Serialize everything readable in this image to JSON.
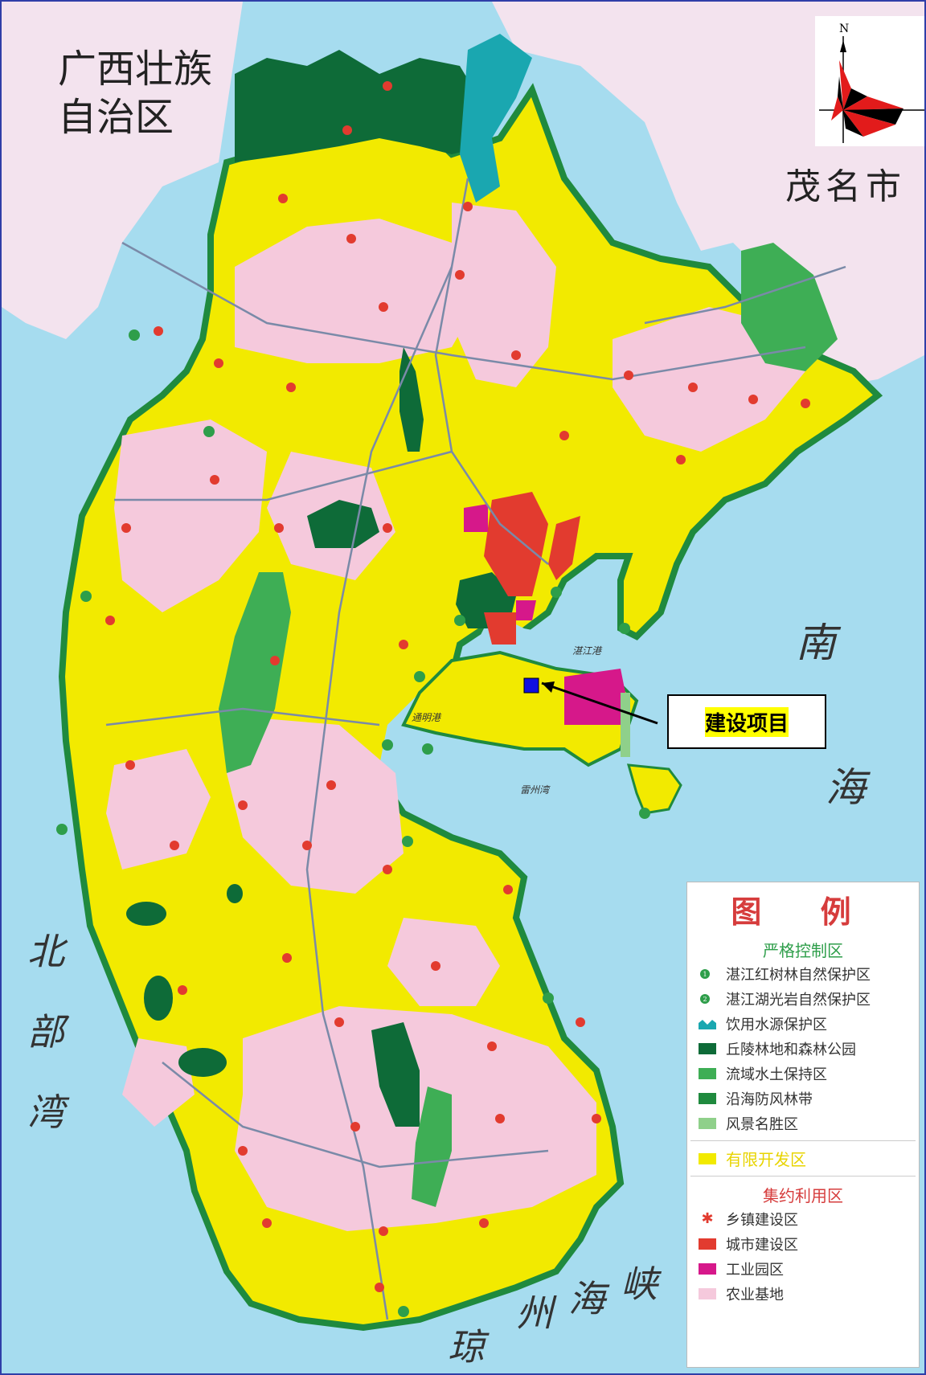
{
  "map": {
    "regions": {
      "guangxi": "广西壮族\n自治区",
      "maoming": "茂名市"
    },
    "seas": {
      "south_sea": [
        "南",
        "海"
      ],
      "beibu_gulf": [
        "北",
        "部",
        "湾"
      ],
      "qiongzhou_strait": [
        "琼",
        "州",
        "海",
        "峡"
      ]
    },
    "bay_labels": [
      "湛江港",
      "通明港",
      "雷州湾"
    ],
    "compass_label": "N"
  },
  "callout": {
    "label": "建设项目",
    "marker_color": "#1010e0"
  },
  "legend": {
    "title": "图  例",
    "sections": [
      {
        "title": "严格控制区",
        "title_color": "#2e9e4a",
        "items": [
          {
            "label": "湛江红树林自然保护区",
            "swatch": "circle-1",
            "color": "#2e9e4a"
          },
          {
            "label": "湛江湖光岩自然保护区",
            "swatch": "circle-2",
            "color": "#2e9e4a"
          },
          {
            "label": "饮用水源保护区",
            "swatch": "water",
            "color": "#1aa7b0"
          },
          {
            "label": "丘陵林地和森林公园",
            "swatch": "rect",
            "color": "#0e6b38"
          },
          {
            "label": "流域水土保持区",
            "swatch": "rect",
            "color": "#3eae55"
          },
          {
            "label": "沿海防风林带",
            "swatch": "rect",
            "color": "#1f8a3e"
          },
          {
            "label": "风景名胜区",
            "swatch": "rect",
            "color": "#8fd08a"
          }
        ]
      },
      {
        "title": "有限开发区",
        "title_color": "#e8d400",
        "items": []
      },
      {
        "title": "集约利用区",
        "title_color": "#d63c3c",
        "items": [
          {
            "label": "乡镇建设区",
            "swatch": "star",
            "color": "#e23b2f"
          },
          {
            "label": "城市建设区",
            "swatch": "rect",
            "color": "#e23b2f"
          },
          {
            "label": "工业园区",
            "swatch": "rect",
            "color": "#d6188a"
          },
          {
            "label": "农业基地",
            "swatch": "rect",
            "color": "#f5c9dc"
          }
        ]
      }
    ]
  },
  "colors": {
    "sea": "#a6dcef",
    "land_outside": "#f3e3ee",
    "limited_dev": "#f2ea00",
    "agri": "#f5c9dc",
    "forest": "#0e6b38",
    "coast_forest": "#1f8a3e",
    "watershed": "#3eae55",
    "urban": "#e23b2f",
    "industrial": "#d6188a",
    "water_protect": "#1aa7b0"
  }
}
